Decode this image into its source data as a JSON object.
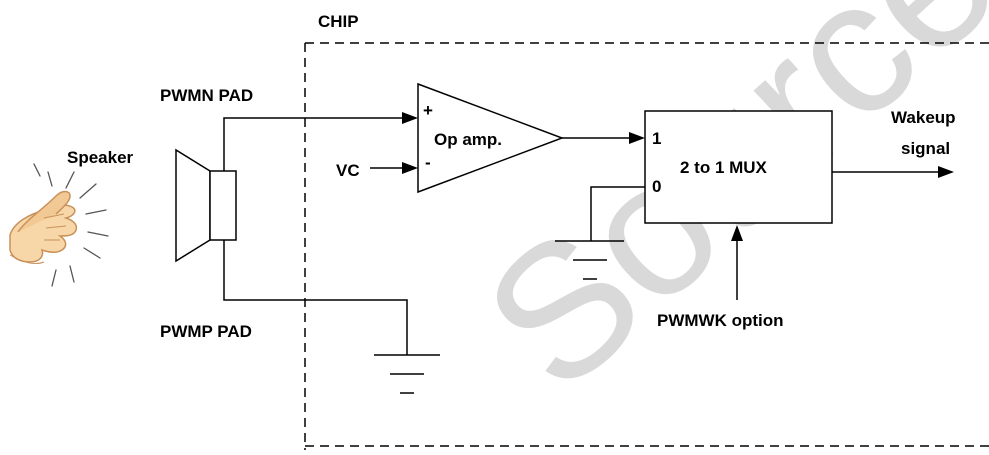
{
  "labels": {
    "chip": "CHIP",
    "pwmn_pad": "PWMN PAD",
    "pwmp_pad": "PWMP PAD",
    "speaker": "Speaker",
    "vc": "VC",
    "opamp": "Op amp.",
    "opamp_plus": "+",
    "opamp_minus": "-",
    "mux": "2 to 1 MUX",
    "mux_in1": "1",
    "mux_in0": "0",
    "wakeup_line1": "Wakeup",
    "wakeup_line2": "signal",
    "pwmwk_option": "PWMWK option"
  },
  "watermark": "Source",
  "icons": {
    "clap": "clapping-hands-icon",
    "ground": "ground-symbol-icon",
    "speaker": "speaker-icon"
  },
  "colors": {
    "line": "#000000",
    "watermark": "#d9d9d9",
    "skin": "#f7d7a8",
    "skin_outline": "#c9915a"
  }
}
